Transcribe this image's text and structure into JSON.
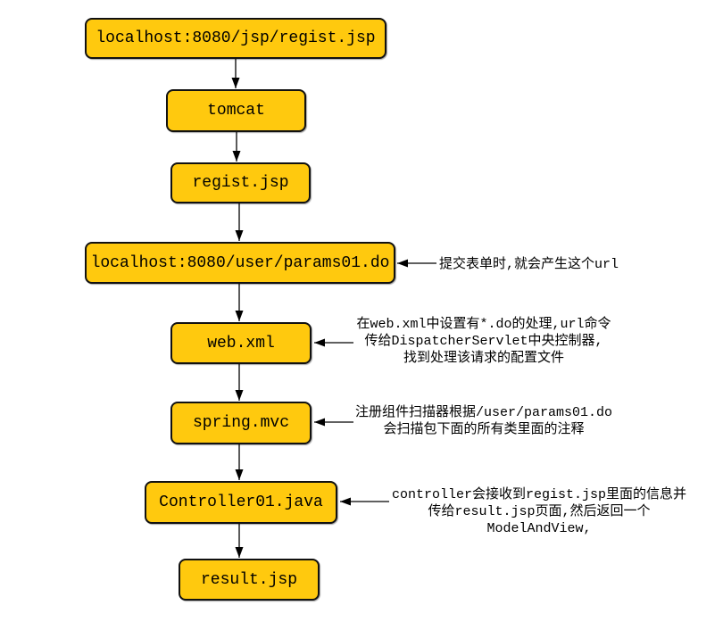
{
  "diagram": {
    "type": "flowchart",
    "colors": {
      "node_fill": "#FFC90E",
      "node_border": "#111111",
      "arrow": "#000000",
      "background": "#FFFFFF",
      "text": "#000000"
    },
    "nodes": [
      {
        "id": "request-url",
        "label": "localhost:8080/jsp/regist.jsp"
      },
      {
        "id": "tomcat",
        "label": "tomcat"
      },
      {
        "id": "regist-jsp",
        "label": "regist.jsp"
      },
      {
        "id": "form-action-url",
        "label": "localhost:8080/user/params01.do"
      },
      {
        "id": "web-xml",
        "label": "web.xml"
      },
      {
        "id": "spring-mvc",
        "label": "spring.mvc"
      },
      {
        "id": "controller",
        "label": "Controller01.java"
      },
      {
        "id": "result-jsp",
        "label": "result.jsp"
      }
    ],
    "edges": [
      {
        "from": "request-url",
        "to": "tomcat"
      },
      {
        "from": "tomcat",
        "to": "regist-jsp"
      },
      {
        "from": "regist-jsp",
        "to": "form-action-url"
      },
      {
        "from": "form-action-url",
        "to": "web-xml"
      },
      {
        "from": "web-xml",
        "to": "spring-mvc"
      },
      {
        "from": "spring-mvc",
        "to": "controller"
      },
      {
        "from": "controller",
        "to": "result-jsp"
      }
    ],
    "annotations": [
      {
        "target": "form-action-url",
        "lines": [
          "提交表单时,就会产生这个url"
        ]
      },
      {
        "target": "web-xml",
        "lines": [
          "在web.xml中设置有*.do的处理,url命令",
          "传给DispatcherServlet中央控制器,",
          "找到处理该请求的配置文件"
        ]
      },
      {
        "target": "spring-mvc",
        "lines": [
          "注册组件扫描器根据/user/params01.do",
          "会扫描包下面的所有类里面的注释"
        ]
      },
      {
        "target": "controller",
        "lines": [
          "controller会接收到regist.jsp里面的信息并",
          "传给result.jsp页面,然后返回一个ModelAndView,"
        ]
      }
    ]
  }
}
